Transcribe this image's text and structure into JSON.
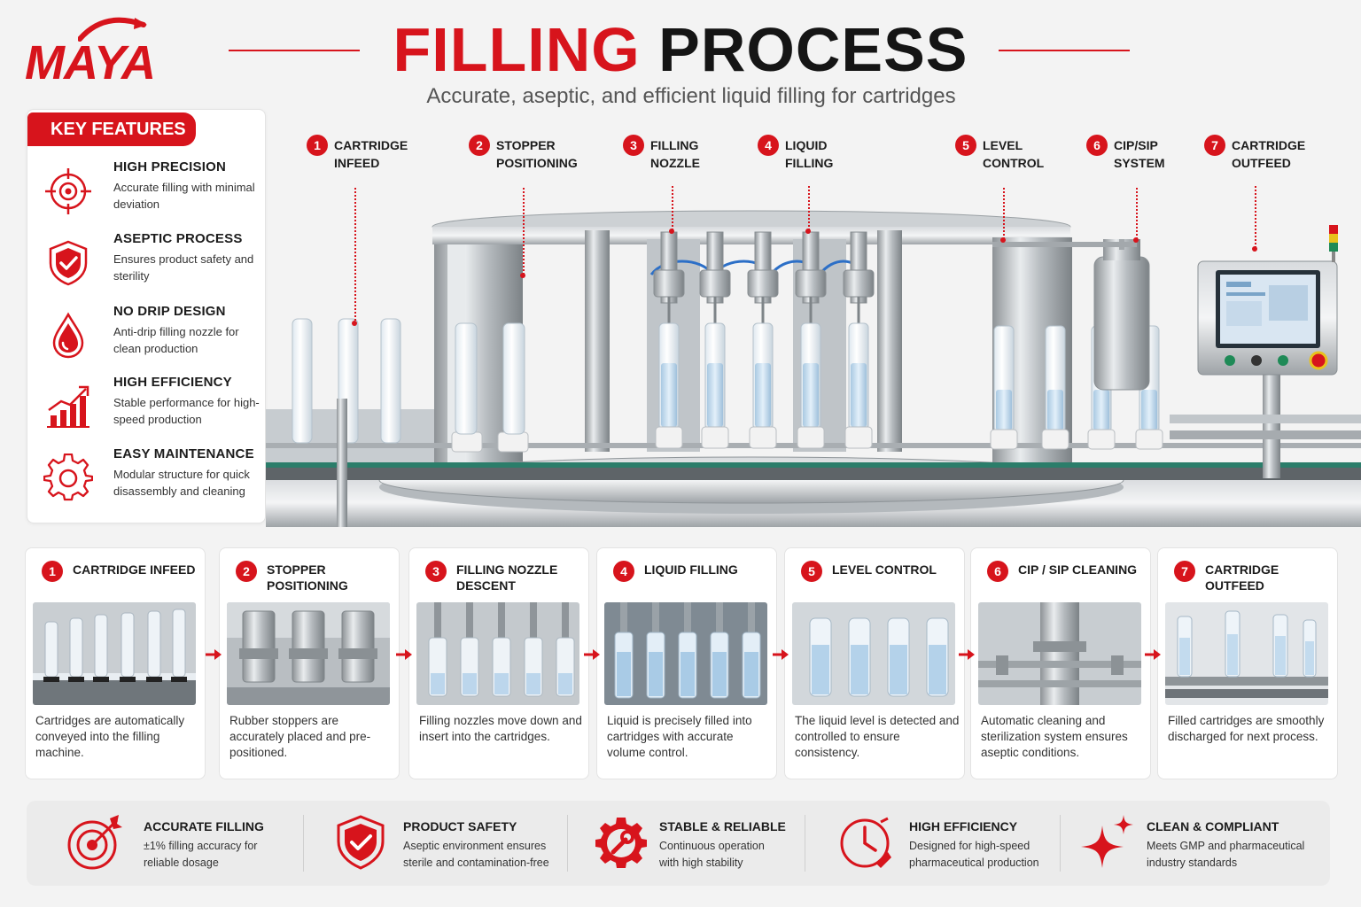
{
  "brand": {
    "logo_text": "MAYA"
  },
  "header": {
    "title_part1": "FILLING",
    "title_part2": "PROCESS",
    "subtitle": "Accurate, aseptic, and efficient liquid filling for cartridges"
  },
  "colors": {
    "accent": "#d7141c",
    "text": "#1c1c1c",
    "panel": "#ffffff",
    "background": "#f3f3f3"
  },
  "key_features": {
    "heading": "KEY FEATURES",
    "items": [
      {
        "icon": "crosshair-icon",
        "title": "HIGH PRECISION",
        "desc": "Accurate filling with minimal deviation"
      },
      {
        "icon": "shield-check-icon",
        "title": "ASEPTIC PROCESS",
        "desc": "Ensures product safety and sterility"
      },
      {
        "icon": "droplet-icon",
        "title": "NO DRIP DESIGN",
        "desc": "Anti-drip filling nozzle for clean production"
      },
      {
        "icon": "growth-chart-icon",
        "title": "HIGH EFFICIENCY",
        "desc": "Stable performance for high-speed production"
      },
      {
        "icon": "gear-icon",
        "title": "EASY MAINTENANCE",
        "desc": "Modular structure for quick disassembly and cleaning"
      }
    ]
  },
  "callouts": [
    {
      "num": "1",
      "line1": "CARTRIDGE",
      "line2": "INFEED"
    },
    {
      "num": "2",
      "line1": "STOPPER",
      "line2": "POSITIONING"
    },
    {
      "num": "3",
      "line1": "FILLING",
      "line2": "NOZZLE"
    },
    {
      "num": "4",
      "line1": "LIQUID",
      "line2": "FILLING"
    },
    {
      "num": "5",
      "line1": "LEVEL",
      "line2": "CONTROL"
    },
    {
      "num": "6",
      "line1": "CIP/SIP",
      "line2": "SYSTEM"
    },
    {
      "num": "7",
      "line1": "CARTRIDGE",
      "line2": "OUTFEED"
    }
  ],
  "steps": [
    {
      "num": "1",
      "title": "CARTRIDGE INFEED",
      "desc": "Cartridges are automatically conveyed into the filling machine."
    },
    {
      "num": "2",
      "title": "STOPPER POSITIONING",
      "desc": "Rubber stoppers are accurately placed and pre-positioned."
    },
    {
      "num": "3",
      "title": "FILLING NOZZLE DESCENT",
      "desc": "Filling nozzles move down and insert into the cartridges."
    },
    {
      "num": "4",
      "title": "LIQUID FILLING",
      "desc": "Liquid is precisely filled into cartridges with accurate volume control."
    },
    {
      "num": "5",
      "title": "LEVEL CONTROL",
      "desc": "The liquid level is detected and controlled to ensure consistency."
    },
    {
      "num": "6",
      "title": "CIP / SIP CLEANING",
      "desc": "Automatic cleaning and sterilization system ensures aseptic conditions."
    },
    {
      "num": "7",
      "title": "CARTRIDGE OUTFEED",
      "desc": "Filled cartridges are smoothly discharged for next process."
    }
  ],
  "benefits": [
    {
      "icon": "target-arrow-icon",
      "title": "ACCURATE FILLING",
      "desc": "±1% filling accuracy for reliable dosage"
    },
    {
      "icon": "shield-check-icon",
      "title": "PRODUCT SAFETY",
      "desc": "Aseptic environment ensures sterile and contamination-free"
    },
    {
      "icon": "gear-wrench-icon",
      "title": "STABLE & RELIABLE",
      "desc": "Continuous operation with high stability"
    },
    {
      "icon": "clock-icon",
      "title": "HIGH EFFICIENCY",
      "desc": "Designed for high-speed pharmaceutical production"
    },
    {
      "icon": "sparkle-icon",
      "title": "CLEAN & COMPLIANT",
      "desc": "Meets GMP and pharmaceutical industry standards"
    }
  ]
}
